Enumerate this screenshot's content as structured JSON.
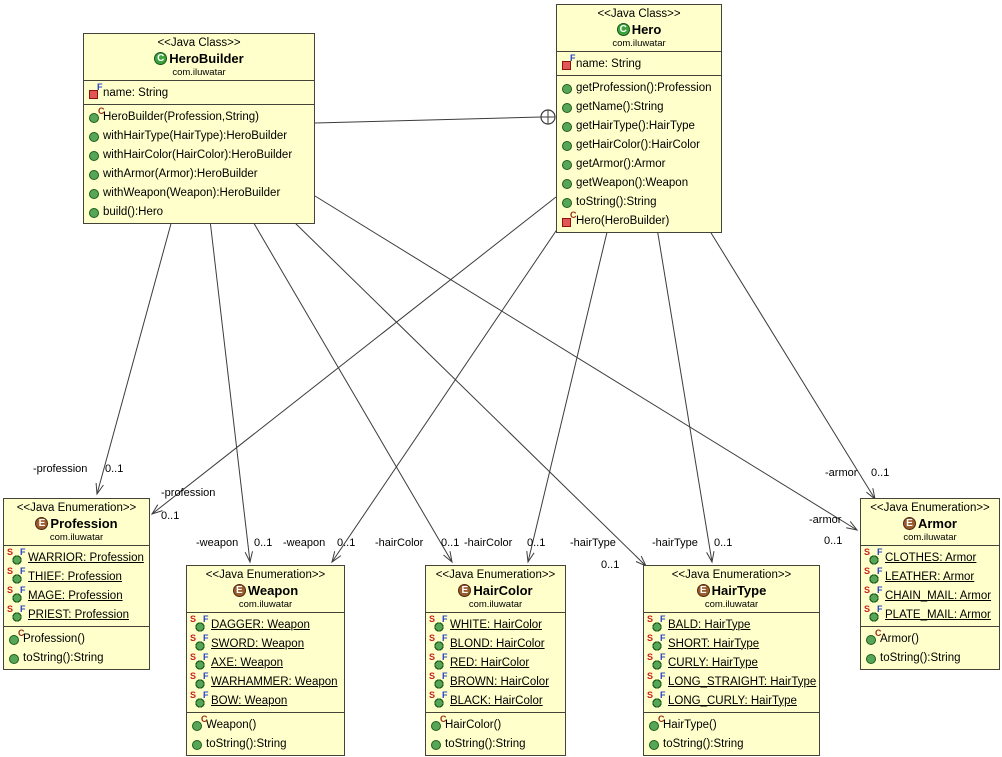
{
  "diagram": {
    "colors": {
      "box_fill": "#ffffcc",
      "box_border": "#43433a",
      "connector_line": "#3c3c3c",
      "class_badge": "#3da43d",
      "enum_badge": "#9a5b2d",
      "static_s_decorator": "#cc1f1f",
      "final_f_decorator": "#2742c8",
      "constructor_c_decorator": "#9c2d12"
    }
  },
  "classes": [
    {
      "id": "herobuilder",
      "kind": "class",
      "badge": "C",
      "stereotype": "<<Java Class>>",
      "name": "HeroBuilder",
      "package": "com.iluwatar",
      "fields": [
        {
          "icon": "private-final-field-icon",
          "text": "name: String",
          "underline": false
        }
      ],
      "methods": [
        {
          "icon": "public-constructor-icon",
          "text": "HeroBuilder(Profession,String)",
          "underline": false
        },
        {
          "icon": "public-method-icon",
          "text": "withHairType(HairType):HeroBuilder",
          "underline": false
        },
        {
          "icon": "public-method-icon",
          "text": "withHairColor(HairColor):HeroBuilder",
          "underline": false
        },
        {
          "icon": "public-method-icon",
          "text": "withArmor(Armor):HeroBuilder",
          "underline": false
        },
        {
          "icon": "public-method-icon",
          "text": "withWeapon(Weapon):HeroBuilder",
          "underline": false
        },
        {
          "icon": "public-method-icon",
          "text": "build():Hero",
          "underline": false
        }
      ]
    },
    {
      "id": "hero",
      "kind": "class",
      "badge": "C",
      "stereotype": "<<Java Class>>",
      "name": "Hero",
      "package": "com.iluwatar",
      "fields": [
        {
          "icon": "private-final-field-icon",
          "text": "name: String",
          "underline": false
        }
      ],
      "methods": [
        {
          "icon": "public-method-icon",
          "text": "getProfession():Profession",
          "underline": false
        },
        {
          "icon": "public-method-icon",
          "text": "getName():String",
          "underline": false
        },
        {
          "icon": "public-method-icon",
          "text": "getHairType():HairType",
          "underline": false
        },
        {
          "icon": "public-method-icon",
          "text": "getHairColor():HairColor",
          "underline": false
        },
        {
          "icon": "public-method-icon",
          "text": "getArmor():Armor",
          "underline": false
        },
        {
          "icon": "public-method-icon",
          "text": "getWeapon():Weapon",
          "underline": false
        },
        {
          "icon": "public-method-icon",
          "text": "toString():String",
          "underline": false
        },
        {
          "icon": "private-constructor-icon",
          "text": "Hero(HeroBuilder)",
          "underline": false
        }
      ]
    },
    {
      "id": "profession",
      "kind": "enum",
      "badge": "E",
      "stereotype": "<<Java Enumeration>>",
      "name": "Profession",
      "package": "com.iluwatar",
      "fields": [
        {
          "icon": "static-final-field-icon",
          "text": "WARRIOR: Profession",
          "underline": true
        },
        {
          "icon": "static-final-field-icon",
          "text": "THIEF: Profession",
          "underline": true
        },
        {
          "icon": "static-final-field-icon",
          "text": "MAGE: Profession",
          "underline": true
        },
        {
          "icon": "static-final-field-icon",
          "text": "PRIEST: Profession",
          "underline": true
        }
      ],
      "methods": [
        {
          "icon": "public-constructor-icon",
          "text": "Profession()",
          "underline": false
        },
        {
          "icon": "public-method-icon",
          "text": "toString():String",
          "underline": false
        }
      ]
    },
    {
      "id": "weapon",
      "kind": "enum",
      "badge": "E",
      "stereotype": "<<Java Enumeration>>",
      "name": "Weapon",
      "package": "com.iluwatar",
      "fields": [
        {
          "icon": "static-final-field-icon",
          "text": "DAGGER: Weapon",
          "underline": true
        },
        {
          "icon": "static-final-field-icon",
          "text": "SWORD: Weapon",
          "underline": true
        },
        {
          "icon": "static-final-field-icon",
          "text": "AXE: Weapon",
          "underline": true
        },
        {
          "icon": "static-final-field-icon",
          "text": "WARHAMMER: Weapon",
          "underline": true
        },
        {
          "icon": "static-final-field-icon",
          "text": "BOW: Weapon",
          "underline": true
        }
      ],
      "methods": [
        {
          "icon": "public-constructor-icon",
          "text": "Weapon()",
          "underline": false
        },
        {
          "icon": "public-method-icon",
          "text": "toString():String",
          "underline": false
        }
      ]
    },
    {
      "id": "haircolor",
      "kind": "enum",
      "badge": "E",
      "stereotype": "<<Java Enumeration>>",
      "name": "HairColor",
      "package": "com.iluwatar",
      "fields": [
        {
          "icon": "static-final-field-icon",
          "text": "WHITE: HairColor",
          "underline": true
        },
        {
          "icon": "static-final-field-icon",
          "text": "BLOND: HairColor",
          "underline": true
        },
        {
          "icon": "static-final-field-icon",
          "text": "RED: HairColor",
          "underline": true
        },
        {
          "icon": "static-final-field-icon",
          "text": "BROWN: HairColor",
          "underline": true
        },
        {
          "icon": "static-final-field-icon",
          "text": "BLACK: HairColor",
          "underline": true
        }
      ],
      "methods": [
        {
          "icon": "public-constructor-icon",
          "text": "HairColor()",
          "underline": false
        },
        {
          "icon": "public-method-icon",
          "text": "toString():String",
          "underline": false
        }
      ]
    },
    {
      "id": "hairtype",
      "kind": "enum",
      "badge": "E",
      "stereotype": "<<Java Enumeration>>",
      "name": "HairType",
      "package": "com.iluwatar",
      "fields": [
        {
          "icon": "static-final-field-icon",
          "text": "BALD: HairType",
          "underline": true
        },
        {
          "icon": "static-final-field-icon",
          "text": "SHORT: HairType",
          "underline": true
        },
        {
          "icon": "static-final-field-icon",
          "text": "CURLY: HairType",
          "underline": true
        },
        {
          "icon": "static-final-field-icon",
          "text": "LONG_STRAIGHT: HairType",
          "underline": true
        },
        {
          "icon": "static-final-field-icon",
          "text": "LONG_CURLY: HairType",
          "underline": true
        }
      ],
      "methods": [
        {
          "icon": "public-constructor-icon",
          "text": "HairType()",
          "underline": false
        },
        {
          "icon": "public-method-icon",
          "text": "toString():String",
          "underline": false
        }
      ]
    },
    {
      "id": "armor",
      "kind": "enum",
      "badge": "E",
      "stereotype": "<<Java Enumeration>>",
      "name": "Armor",
      "package": "com.iluwatar",
      "fields": [
        {
          "icon": "static-final-field-icon",
          "text": "CLOTHES: Armor",
          "underline": true
        },
        {
          "icon": "static-final-field-icon",
          "text": "LEATHER: Armor",
          "underline": true
        },
        {
          "icon": "static-final-field-icon",
          "text": "CHAIN_MAIL: Armor",
          "underline": true
        },
        {
          "icon": "static-final-field-icon",
          "text": "PLATE_MAIL: Armor",
          "underline": true
        }
      ],
      "methods": [
        {
          "icon": "public-constructor-icon",
          "text": "Armor()",
          "underline": false
        },
        {
          "icon": "public-method-icon",
          "text": "toString():String",
          "underline": false
        }
      ]
    }
  ],
  "connectors": [
    {
      "id": "herobuilder-profession",
      "from": "HeroBuilder",
      "to": "Profession",
      "label": "-profession",
      "multiplicity": "0..1"
    },
    {
      "id": "hero-profession",
      "from": "Hero",
      "to": "Profession",
      "label": "-profession",
      "multiplicity": "0..1"
    },
    {
      "id": "herobuilder-weapon",
      "from": "HeroBuilder",
      "to": "Weapon",
      "label": "-weapon",
      "multiplicity": "0..1"
    },
    {
      "id": "hero-weapon",
      "from": "Hero",
      "to": "Weapon",
      "label": "-weapon",
      "multiplicity": "0..1"
    },
    {
      "id": "herobuilder-haircolor",
      "from": "HeroBuilder",
      "to": "HairColor",
      "label": "-hairColor",
      "multiplicity": "0..1"
    },
    {
      "id": "hero-haircolor",
      "from": "Hero",
      "to": "HairColor",
      "label": "-hairColor",
      "multiplicity": "0..1"
    },
    {
      "id": "herobuilder-hairtype",
      "from": "HeroBuilder",
      "to": "HairType",
      "label": "-hairType",
      "multiplicity": "0..1"
    },
    {
      "id": "hero-hairtype",
      "from": "Hero",
      "to": "HairType",
      "label": "-hairType",
      "multiplicity": "0..1"
    },
    {
      "id": "herobuilder-armor",
      "from": "HeroBuilder",
      "to": "Armor",
      "label": "-armor",
      "multiplicity": "0..1"
    },
    {
      "id": "hero-armor",
      "from": "Hero",
      "to": "Armor",
      "label": "-armor",
      "multiplicity": "0..1"
    },
    {
      "id": "herobuilder-hero-nesting",
      "from": "HeroBuilder",
      "to": "Hero",
      "type": "nested-class-anchor",
      "label": "",
      "multiplicity": ""
    }
  ]
}
